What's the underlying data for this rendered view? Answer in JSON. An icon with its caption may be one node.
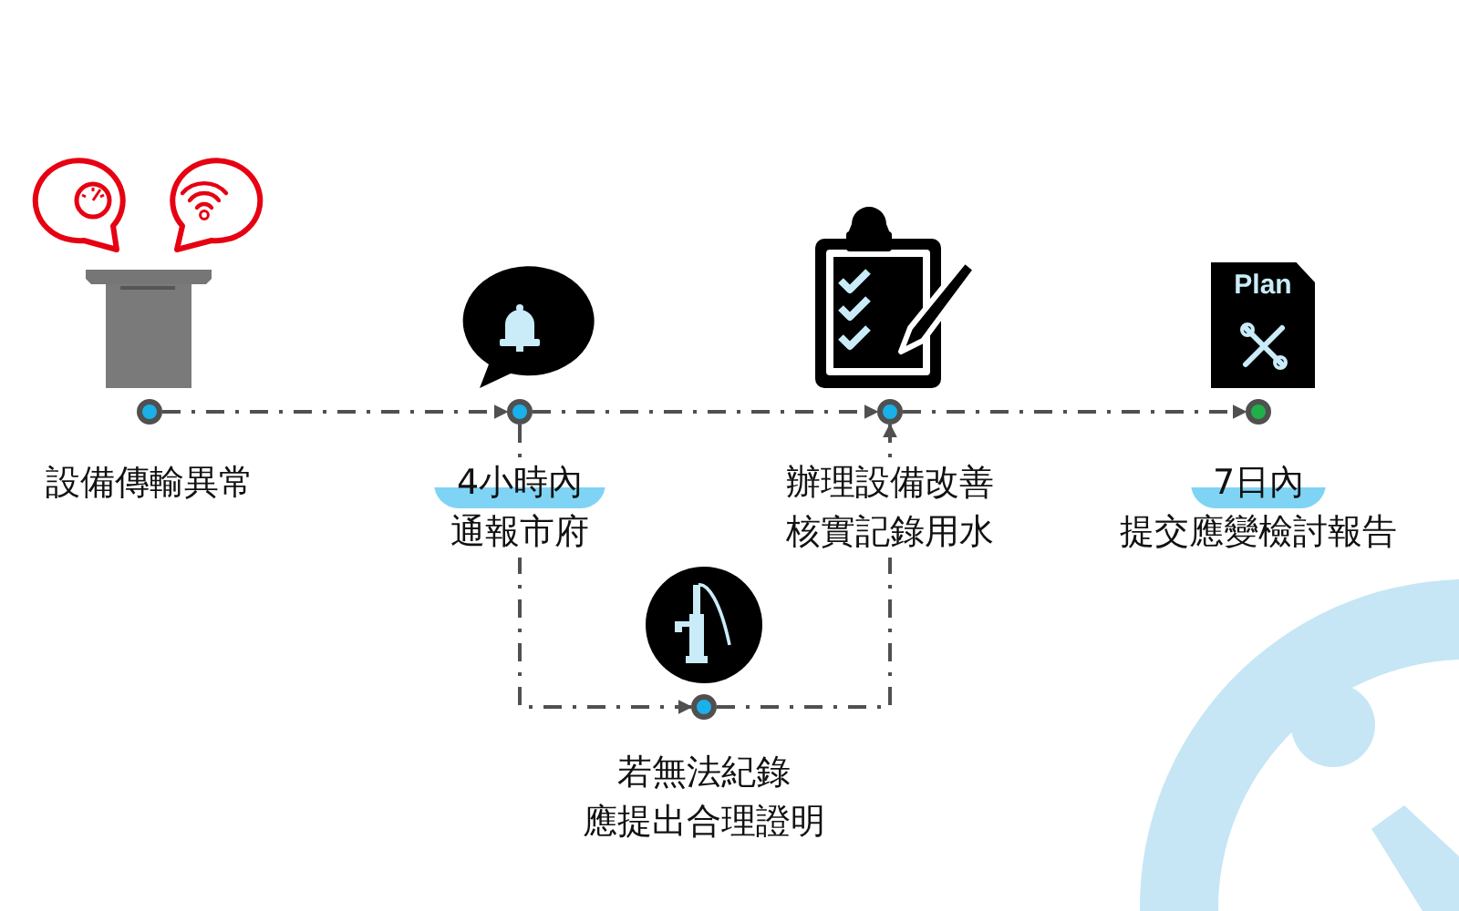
{
  "diagram": {
    "nodes": [
      {
        "text": [],
        "shape": "circle",
        "beside": [
          "設備傳輸異常"
        ]
      },
      {
        "text": [],
        "shape": "circle",
        "beside": [
          "4小時內",
          "通報市府"
        ]
      },
      {
        "text": [],
        "shape": "circle",
        "beside": [
          "辦理設備改善",
          "核實記錄用水"
        ]
      },
      {
        "text": [],
        "shape": "circle",
        "beside": [
          "7日內",
          "提交應變檢討報告"
        ]
      },
      {
        "text": [],
        "shape": "circle",
        "beside": [
          "若無法紀錄",
          "應提出合理證明"
        ]
      }
    ],
    "edges": [
      {
        "from": 0,
        "to": 1,
        "arrow": "to"
      },
      {
        "from": 1,
        "to": 2,
        "arrow": "to"
      },
      {
        "from": 2,
        "to": 3,
        "arrow": "to"
      },
      {
        "from": 1,
        "to": 4,
        "arrow": "to"
      },
      {
        "from": 4,
        "to": 2,
        "arrow": "to"
      }
    ],
    "labels": [
      "Plan"
    ]
  }
}
